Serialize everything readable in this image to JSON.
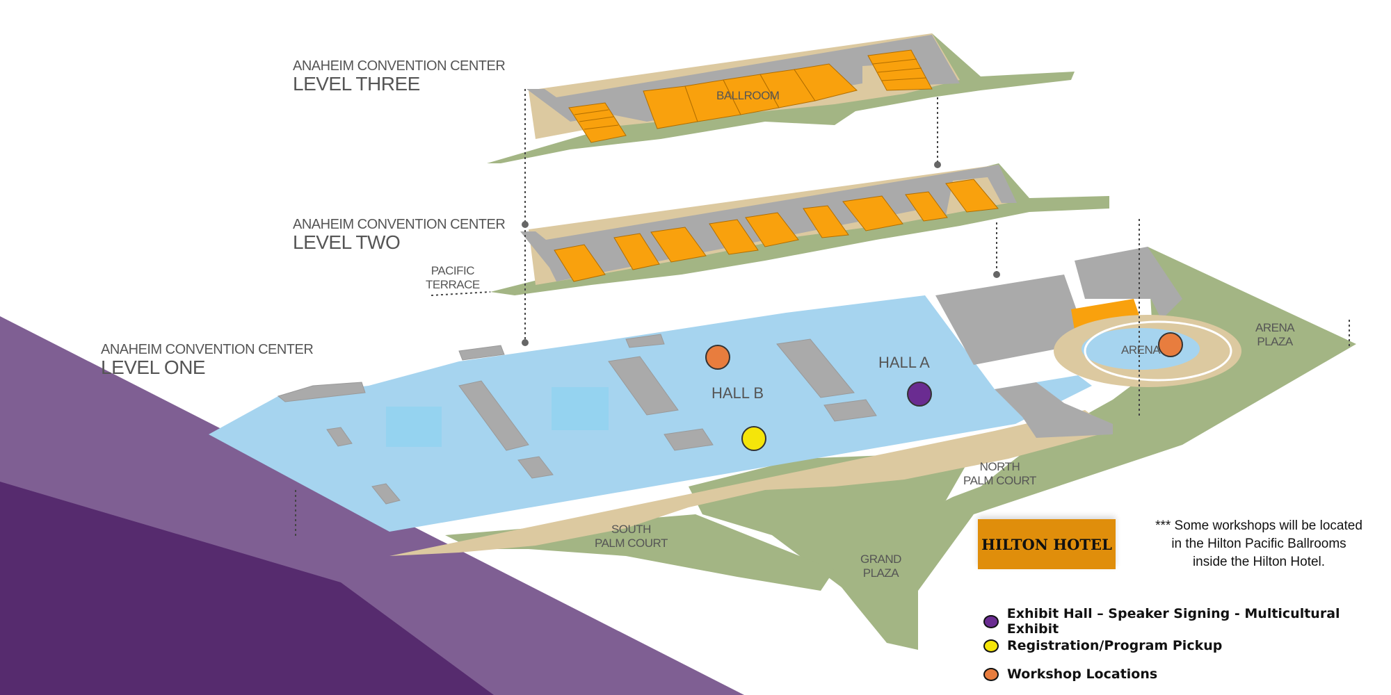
{
  "levels": {
    "three": {
      "subtitle": "ANAHEIM CONVENTION CENTER",
      "title": "LEVEL THREE"
    },
    "two": {
      "subtitle": "ANAHEIM CONVENTION CENTER",
      "title": "LEVEL TWO"
    },
    "one": {
      "subtitle": "ANAHEIM CONVENTION CENTER",
      "title": "LEVEL ONE"
    }
  },
  "places": {
    "ballroom": "BALLROOM",
    "pacific_terrace_line1": "PACIFIC",
    "pacific_terrace_line2": "TERRACE",
    "hall_a": "HALL A",
    "hall_b": "HALL B",
    "arena": "ARENA",
    "arena_plaza_line1": "ARENA",
    "arena_plaza_line2": "PLAZA",
    "north_palm_line1": "NORTH",
    "north_palm_line2": "PALM COURT",
    "south_palm_line1": "SOUTH",
    "south_palm_line2": "PALM COURT",
    "grand_plaza_line1": "GRAND",
    "grand_plaza_line2": "PLAZA"
  },
  "hilton": {
    "label": "HILTON HOTEL"
  },
  "note": {
    "line1": "*** Some workshops will be located",
    "line2": "in the Hilton Pacific Ballrooms",
    "line3": "inside the Hilton Hotel."
  },
  "legend": [
    {
      "label": "Exhibit Hall – Speaker Signing - Multicultural Exhibit",
      "color": "#6a2c91"
    },
    {
      "label": "Registration/Program Pickup",
      "color": "#f5e50a"
    },
    {
      "label": "Workshop Locations",
      "color": "#e87d3e"
    }
  ],
  "colors": {
    "purple_light": "#7f5f93",
    "purple_dark": "#562b6e",
    "hall_blue": "#a6d4ef",
    "room_orange": "#f9a10d",
    "grey": "#aaaaaa",
    "green": "#a3b584",
    "tan": "#dcc9a0"
  }
}
